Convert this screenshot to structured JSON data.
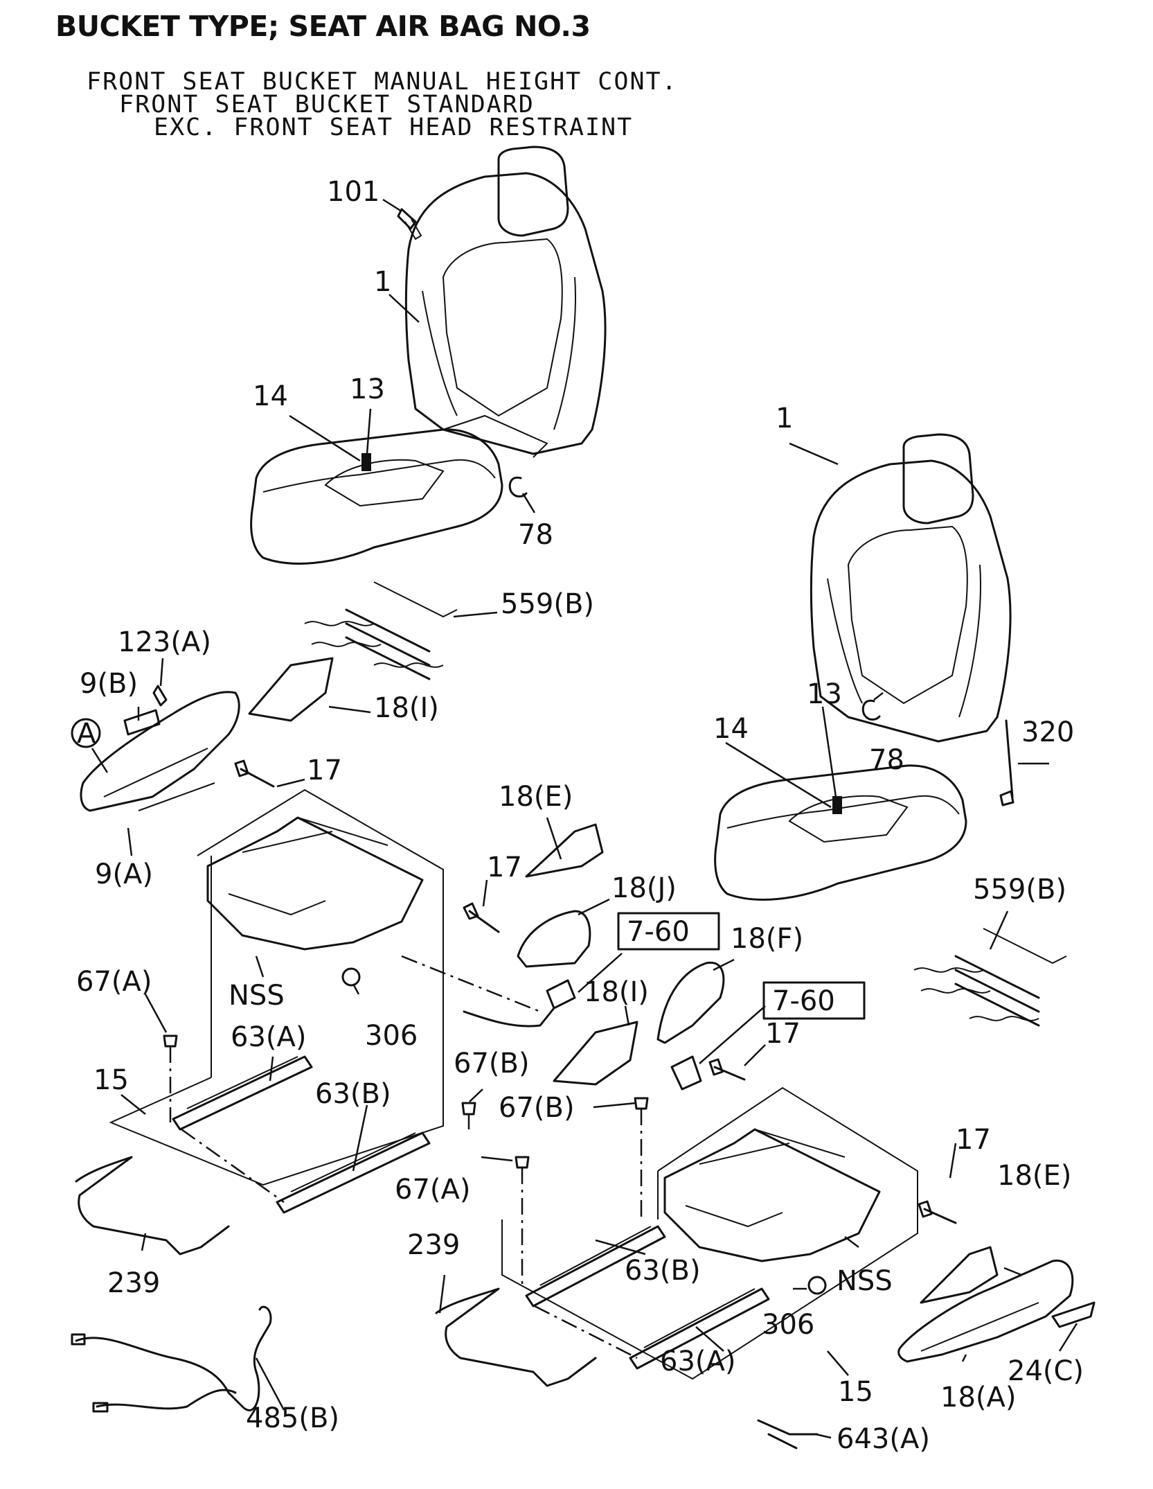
{
  "title": "BUCKET TYPE; SEAT AIR BAG NO.3",
  "conditions": [
    "FRONT SEAT BUCKET MANUAL HEIGHT CONT.",
    "FRONT SEAT BUCKET STANDARD",
    "EXC. FRONT SEAT HEAD RESTRAINT"
  ],
  "callouts": {
    "c101": "101",
    "c1_left": "1",
    "c14_left": "14",
    "c13_left": "13",
    "c78_left": "78",
    "c559b_left": "559(B)",
    "c123a": "123(A)",
    "c9b": "9(B)",
    "c18i_top": "18(I)",
    "cA": "A",
    "c17_left": "17",
    "c9a": "9(A)",
    "c67a_left": "67(A)",
    "cnss_left": "NSS",
    "c306_left": "306",
    "c63a_left": "63(A)",
    "c15_left": "15",
    "c63b_left": "63(B)",
    "c239_left": "239",
    "c485b": "485(B)",
    "c18e_mid": "18(E)",
    "c17_mid": "17",
    "c18j": "18(J)",
    "c760_a": "7-60",
    "c18f": "18(F)",
    "c18i_mid": "18(I)",
    "c67b_a": "67(B)",
    "c67b_b": "67(B)",
    "c760_b": "7-60",
    "c17_right_a": "17",
    "c1_right": "1",
    "c13_right": "13",
    "c78_right": "78",
    "c320": "320",
    "c14_right": "14",
    "c559b_right": "559(B)",
    "c67a_right": "67(A)",
    "c239_right": "239",
    "c63b_right": "63(B)",
    "cnss_right": "NSS",
    "c306_right": "306",
    "c63a_right": "63(A)",
    "c15_right": "15",
    "c17_right_b": "17",
    "c18e_right": "18(E)",
    "c24c": "24(C)",
    "c18a": "18(A)",
    "c643a": "643(A)"
  }
}
